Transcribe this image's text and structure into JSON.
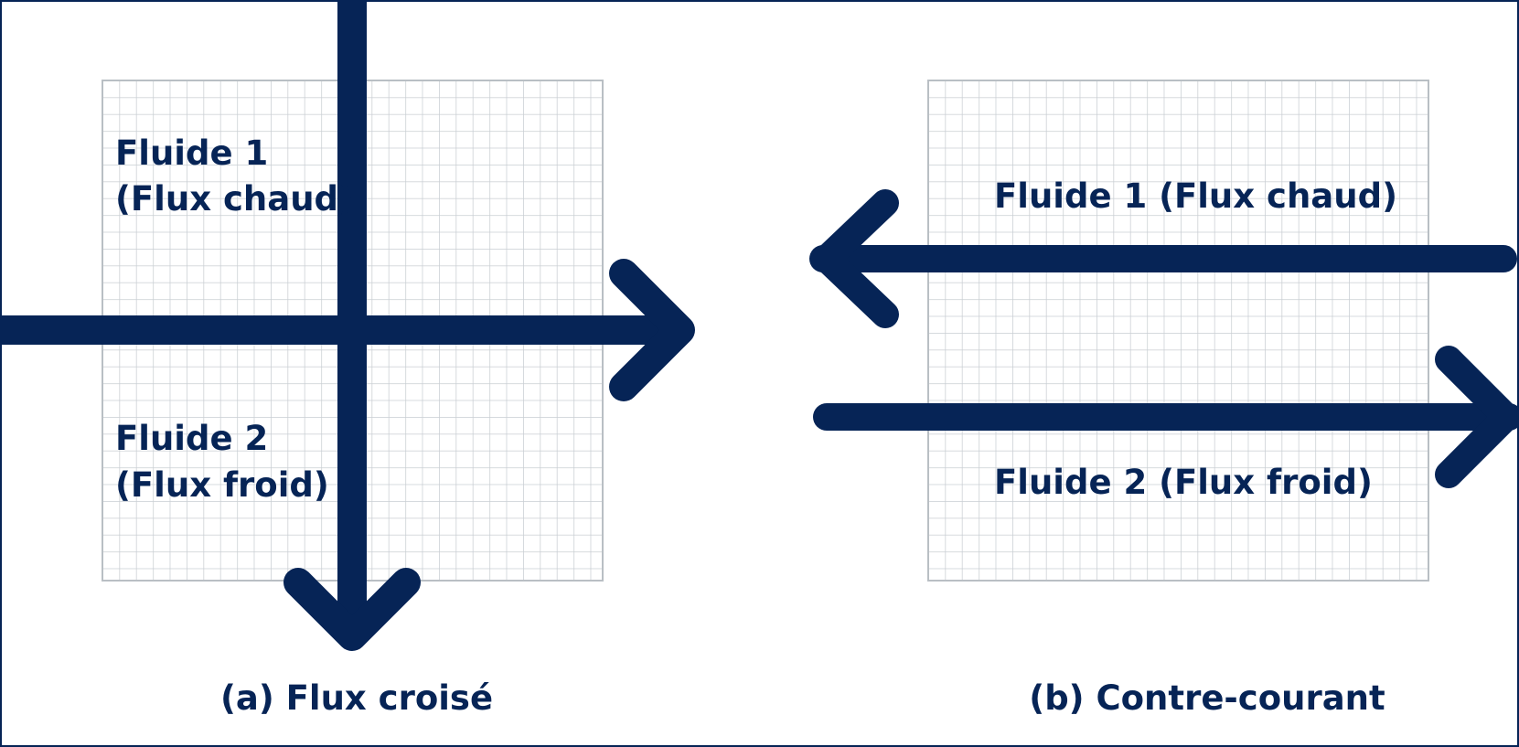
{
  "colors": {
    "ink": "#062456",
    "grid_line": "#c9ced3",
    "grid_border": "#b9bfc4",
    "background": "#ffffff"
  },
  "panel_a": {
    "fluid1_line1": "Fluide 1",
    "fluid1_line2": "(Flux chaud)",
    "fluid2_line1": "Fluide 2",
    "fluid2_line2": "(Flux froid)",
    "caption": "(a) Flux croisé",
    "fluid1_direction": "down",
    "fluid2_direction": "right"
  },
  "panel_b": {
    "fluid1_label": "Fluide 1 (Flux chaud)",
    "fluid2_label": "Fluide 2 (Flux froid)",
    "caption": "(b)  Contre-courant",
    "fluid1_direction": "left",
    "fluid2_direction": "right"
  }
}
